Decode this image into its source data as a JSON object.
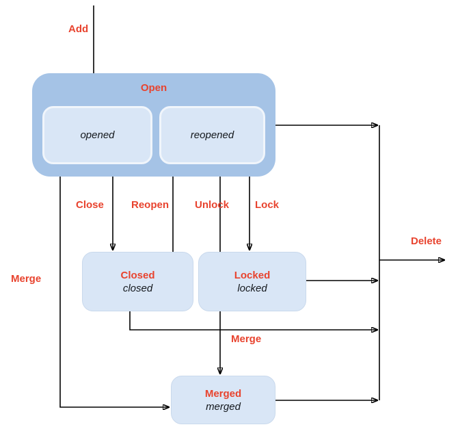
{
  "colors": {
    "background": "#ffffff",
    "container_fill": "#a5c3e6",
    "state_fill": "#d9e6f6",
    "accent_red": "#e8432e",
    "arrow": "#000000"
  },
  "nodes": {
    "open": {
      "title": "Open"
    },
    "opened": {
      "name": "opened"
    },
    "reopened": {
      "name": "reopened"
    },
    "closed": {
      "title": "Closed",
      "name": "closed"
    },
    "locked": {
      "title": "Locked",
      "name": "locked"
    },
    "merged": {
      "title": "Merged",
      "name": "merged"
    }
  },
  "edge_labels": {
    "add": "Add",
    "close": "Close",
    "reopen": "Reopen",
    "unlock": "Unlock",
    "lock": "Lock",
    "merge_open": "Merge",
    "merge_locked": "Merge",
    "delete": "Delete"
  }
}
